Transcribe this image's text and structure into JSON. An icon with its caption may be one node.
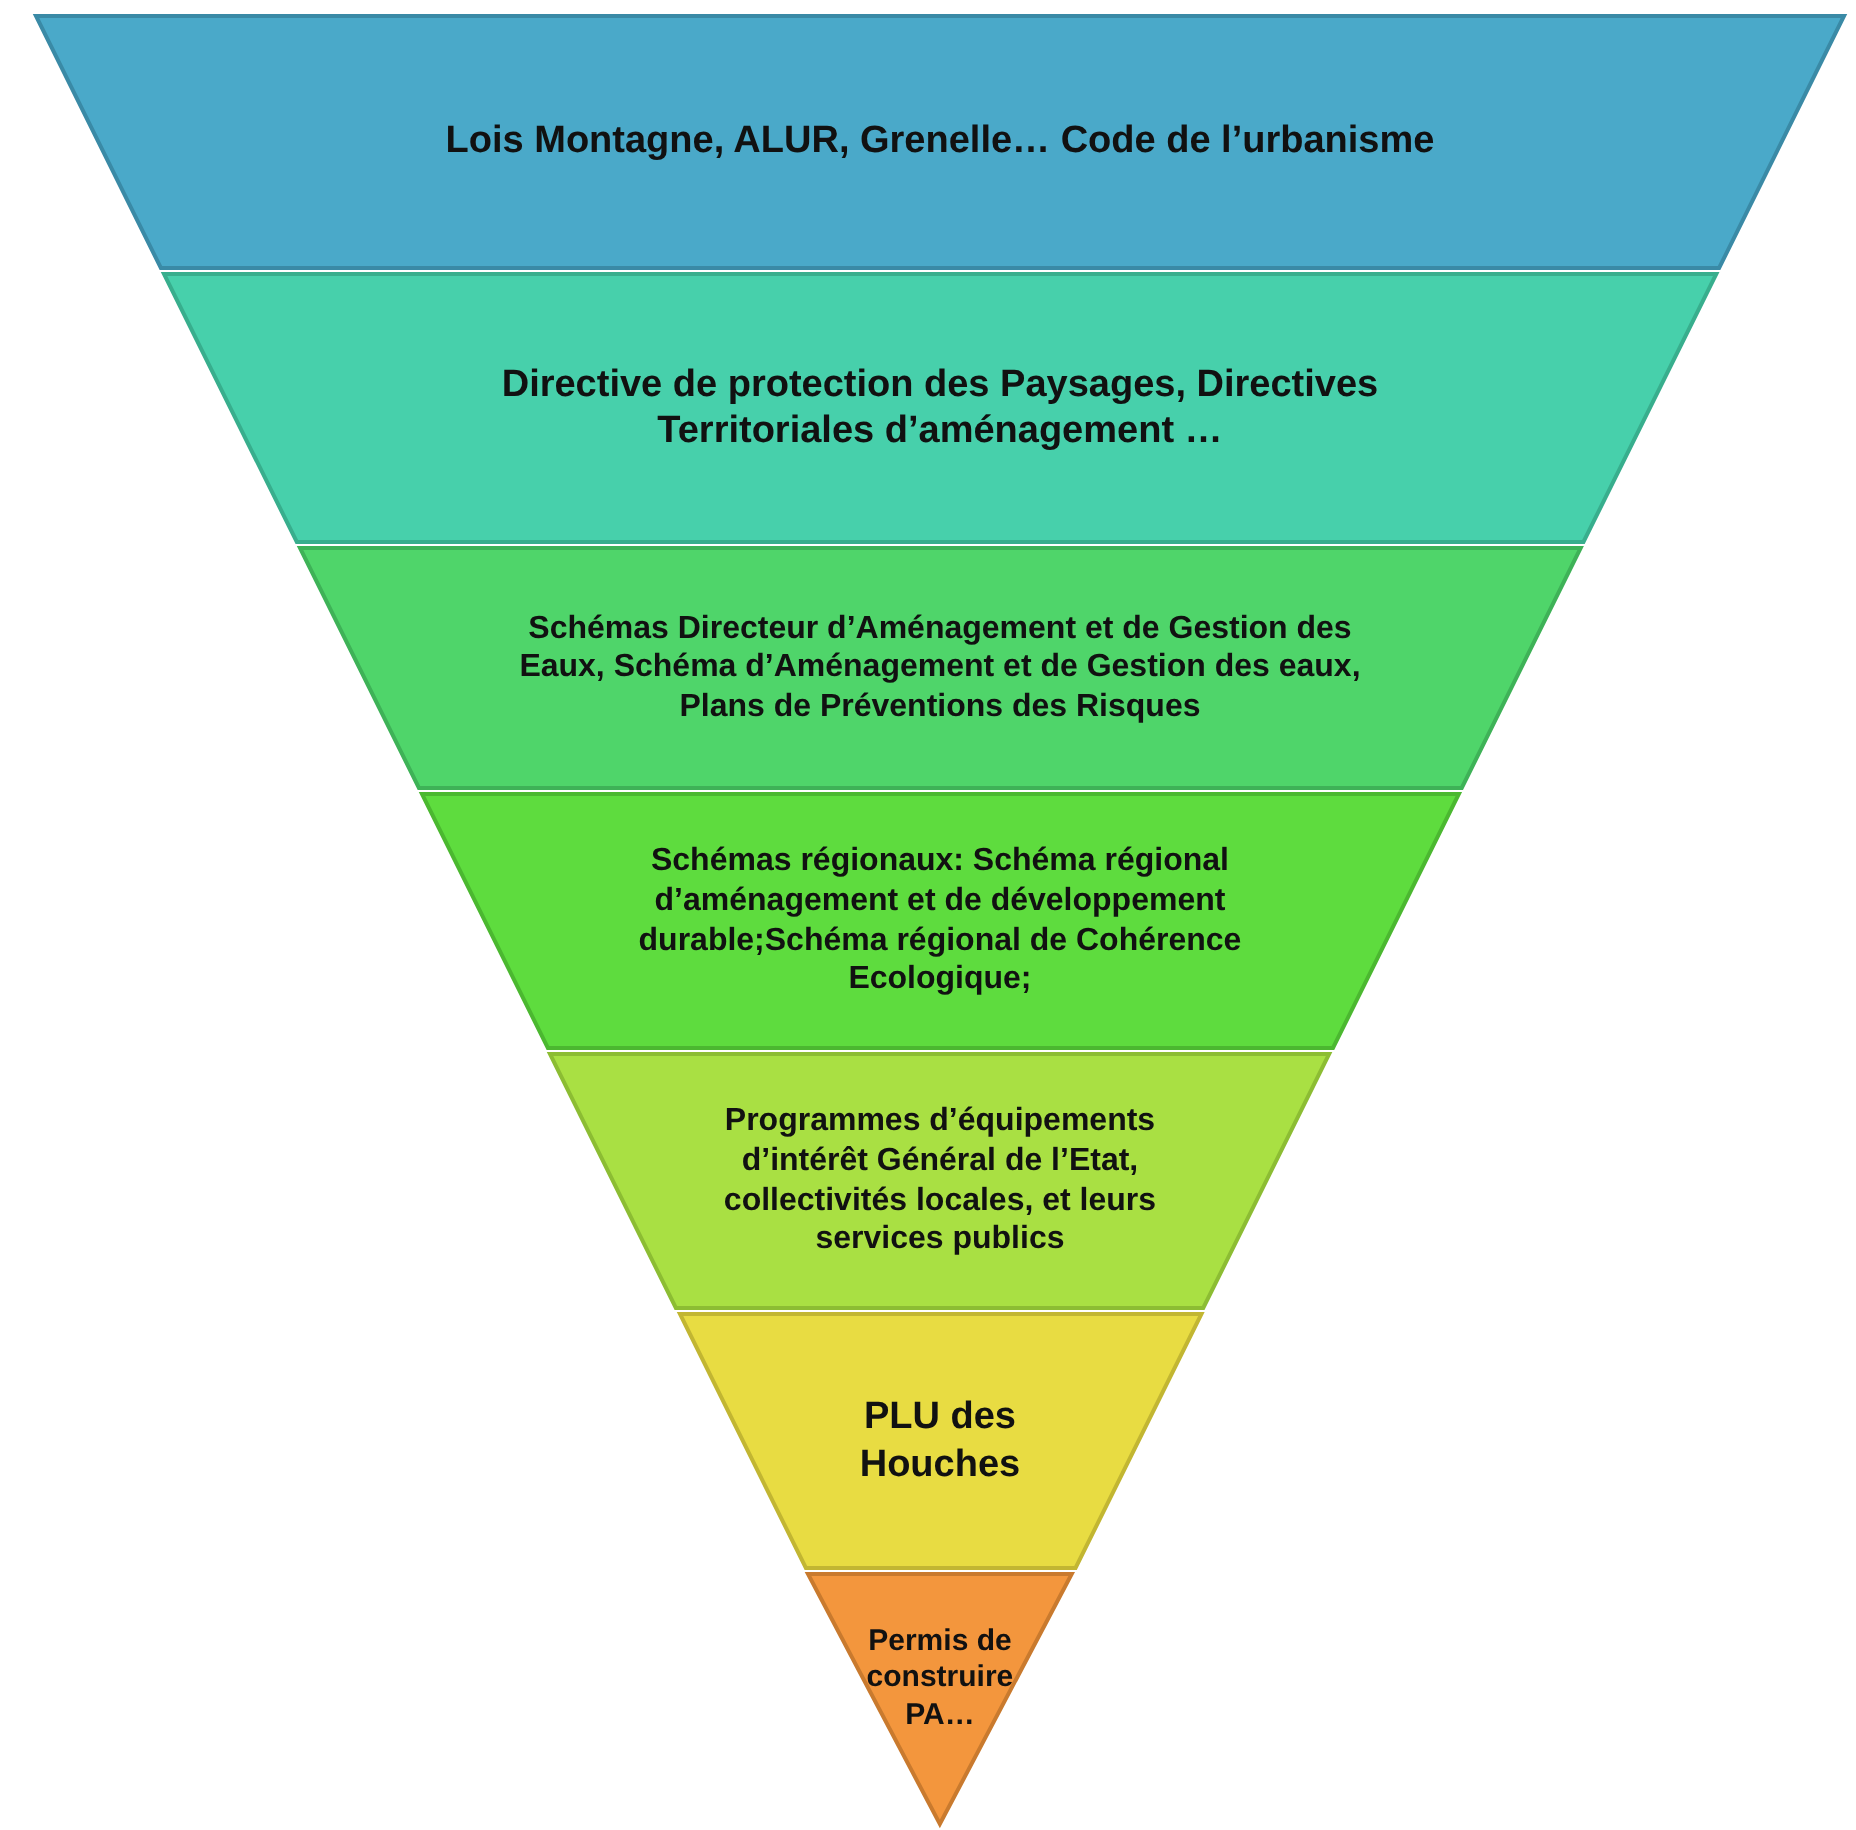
{
  "diagram": {
    "nodes": [
      {
        "text": [
          "Lois Montagne, ALUR, Grenelle… Code de l’urbanisme"
        ]
      },
      {
        "text": [
          "Directive de protection des Paysages, Directives Territoriales d’aménagement …"
        ]
      },
      {
        "text": [
          "Schémas Directeur d’Aménagement et de Gestion des Eaux, Schéma d’Aménagement et de Gestion des eaux, Plans de Préventions des Risques"
        ]
      },
      {
        "text": [
          "Schémas régionaux: Schéma régional d’aménagement et de développement durable;Schéma régional de Cohérence Ecologique;"
        ]
      },
      {
        "text": [
          "Programmes d’équipements d’intérêt Général de l’Etat, collectivités locales, et leurs services publics"
        ]
      },
      {
        "text": [
          "PLU des Houches"
        ]
      },
      {
        "text": [
          "Permis de construire PA…"
        ]
      }
    ]
  }
}
